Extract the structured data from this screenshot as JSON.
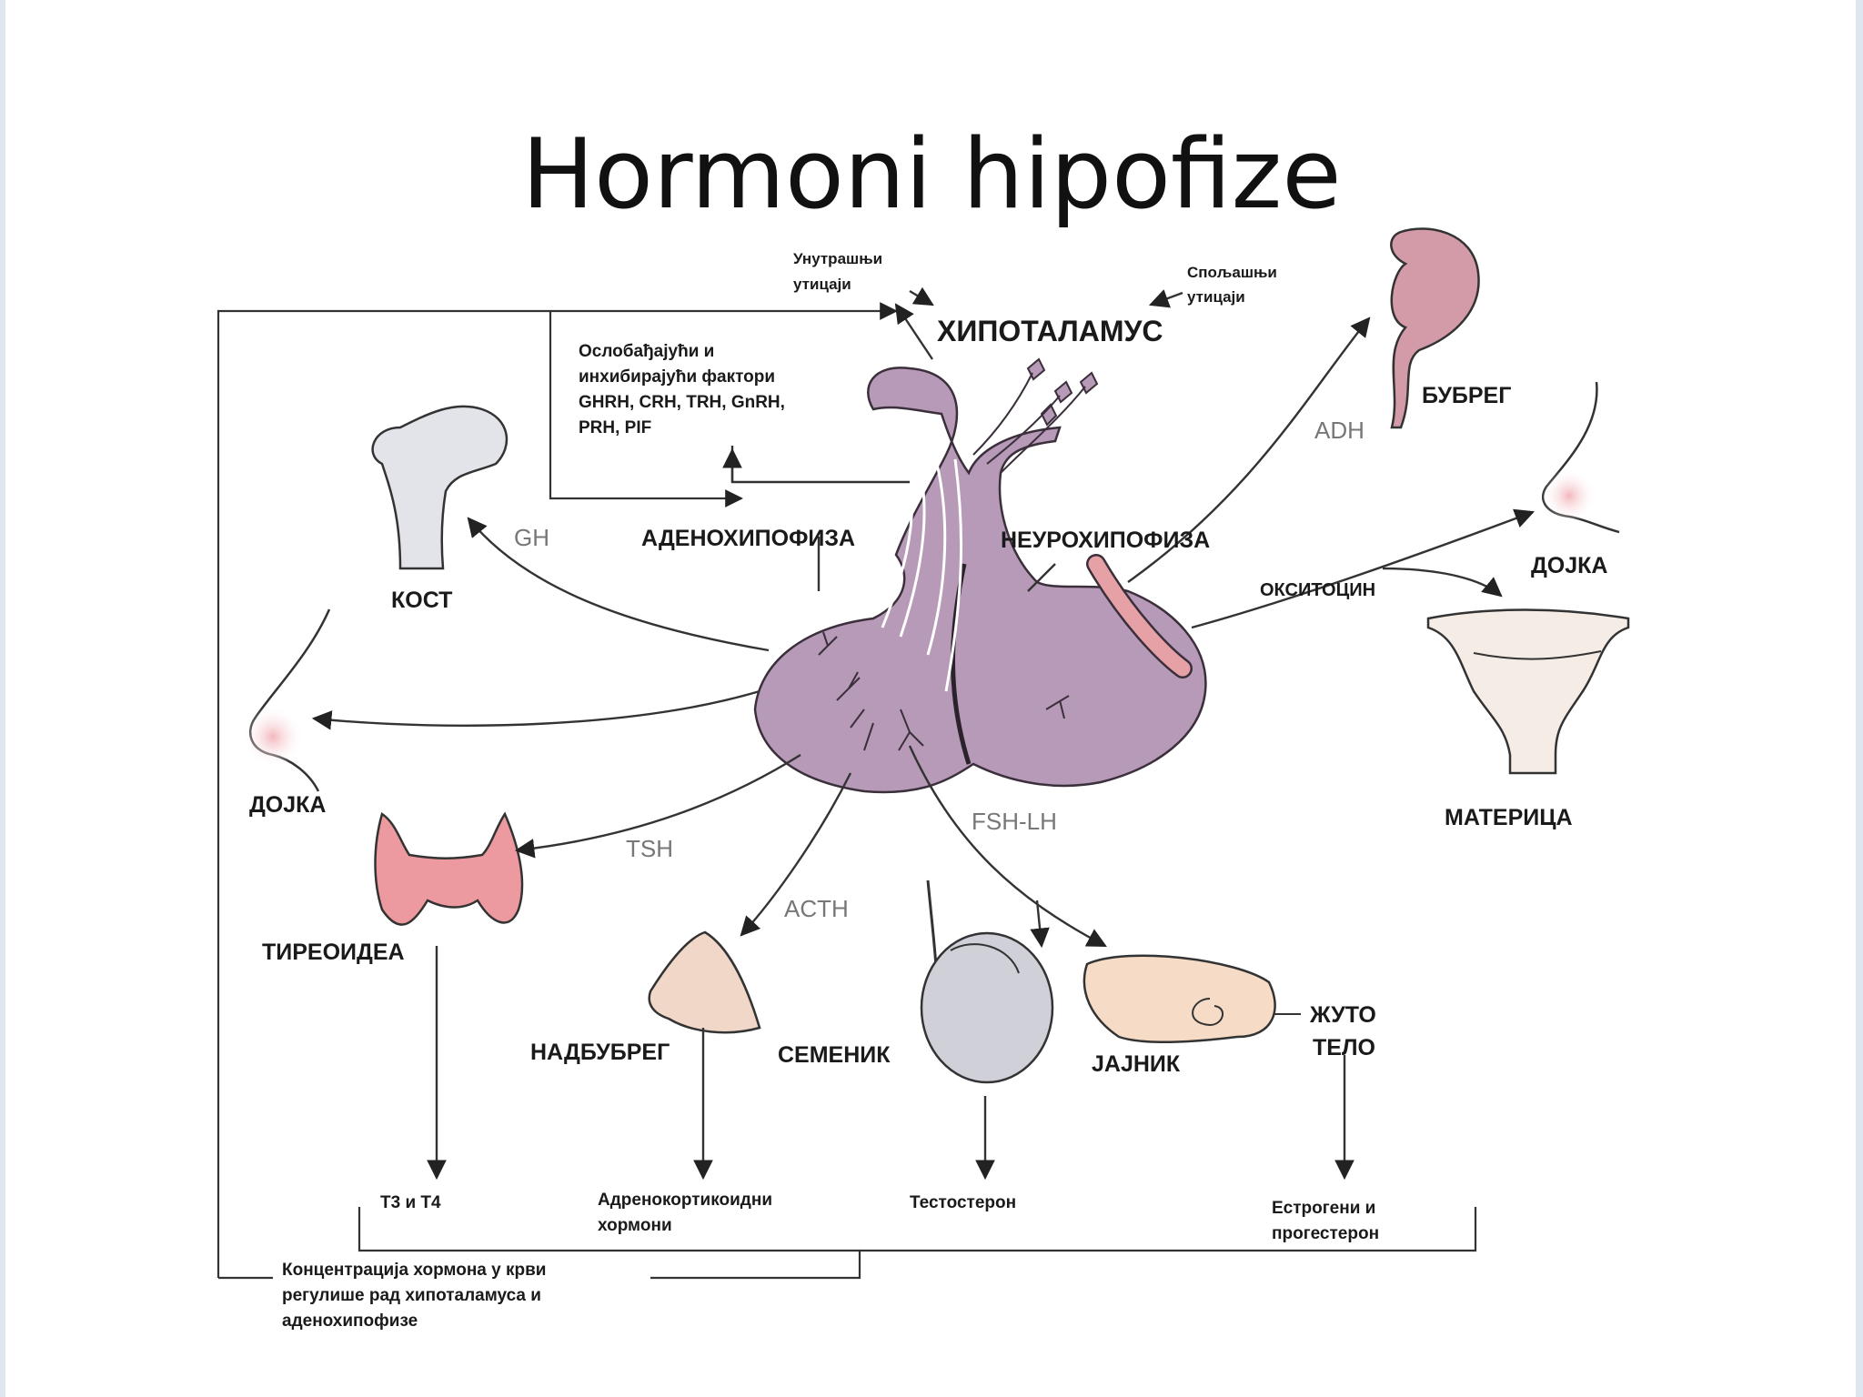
{
  "slide": {
    "title": "Hormoni hipofize"
  },
  "diagram": {
    "hypothalamus": "ХИПОТАЛАМУС",
    "internal_influences": [
      "Унутрашњи",
      "утицаји"
    ],
    "external_influences": [
      "Спољашњи",
      "утицаји"
    ],
    "releasing_factors": [
      "Ослобађајући и",
      "инхибирајући фактори",
      "GHRH, CRH, TRH, GnRH,",
      "PRH, PIF"
    ],
    "adenohypophysis": "АДЕНОХИПОФИЗА",
    "neurohypophysis": "НЕУРОХИПОФИЗА",
    "hormones": {
      "gh": "GH",
      "adh": "ADH",
      "oxytocin": "ОКСИТОЦИН",
      "tsh": "TSH",
      "acth": "ACTH",
      "fsh_lh": "FSH-LH"
    },
    "organs": {
      "bone": "КОСТ",
      "kidney": "БУБРЕГ",
      "breast_right": "ДОЈКА",
      "breast_left": "ДОЈКА",
      "uterus": "МАТЕРИЦА",
      "thyroid": "ТИРЕОИДЕА",
      "adrenal": "НАДБУБРЕГ",
      "testis": "СЕМЕНИК",
      "ovary": "ЈАЈНИК",
      "corpus_luteum": [
        "ЖУТО",
        "ТЕЛО"
      ]
    },
    "products": {
      "t3t4": "Т3 и Т4",
      "adrenocorticoid": [
        "Адренокортикоидни",
        "хормони"
      ],
      "testosterone": "Тестостерон",
      "estrogen": [
        "Естрогени и",
        "прогестерон"
      ]
    },
    "feedback": [
      "Концентрација хормона у крви",
      "регулише рад хипоталамуса и",
      "аденохипофизе"
    ]
  },
  "colors": {
    "pituitary": "#b79ab8",
    "kidney": "#d39aa7",
    "thyroid": "#ec9a9f",
    "adrenal": "#f1d7c8",
    "testis": "#cfd0d8",
    "ovary": "#f6dcc6",
    "bone": "#e3e4ea",
    "vessel": "#e6a1a6"
  }
}
